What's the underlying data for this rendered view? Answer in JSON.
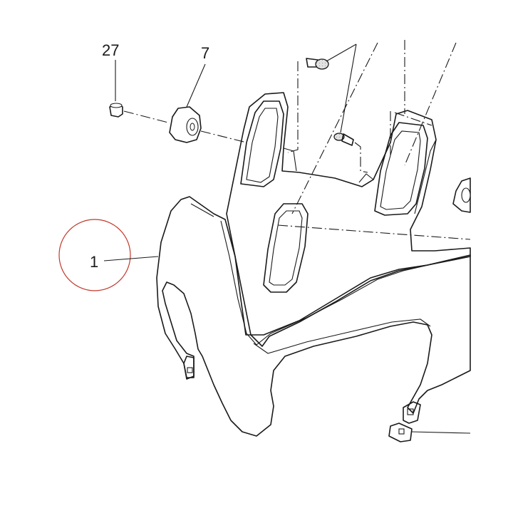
{
  "callouts": {
    "part_1": "1",
    "part_7": "7",
    "part_27": "27"
  },
  "highlight": {
    "target_part": "1",
    "circle_color": "#c0392b"
  },
  "colors": {
    "line": "#1a1a1a",
    "panel_fill": "#bcbcbc",
    "background": "#ffffff"
  },
  "icons": {
    "bolt": "bolt-icon",
    "grommet": "grommet-icon",
    "nut": "nut-icon",
    "clip": "clip-nut-icon"
  }
}
